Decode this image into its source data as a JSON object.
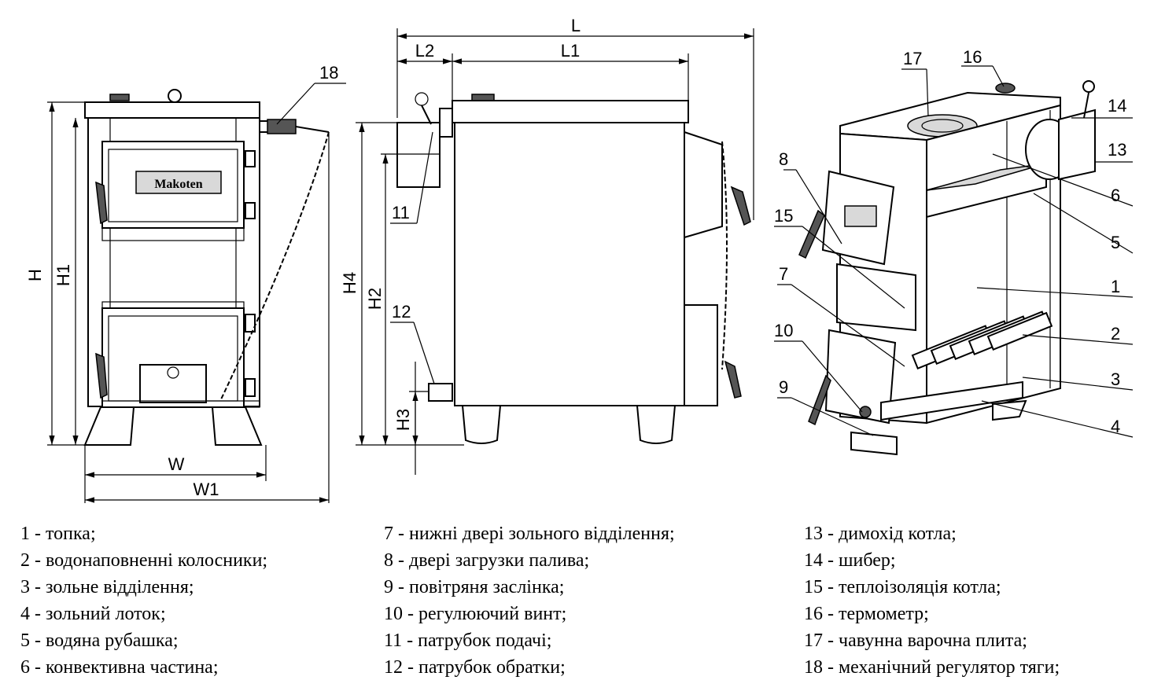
{
  "dimensions": {
    "L": "L",
    "L1": "L1",
    "L2": "L2",
    "H": "H",
    "H1": "H1",
    "H2": "H2",
    "H3": "H3",
    "H4": "H4",
    "W": "W",
    "W1": "W1"
  },
  "brand": "Makoten",
  "callouts": [
    "1",
    "2",
    "3",
    "4",
    "5",
    "6",
    "7",
    "8",
    "9",
    "10",
    "11",
    "12",
    "13",
    "14",
    "15",
    "16",
    "17",
    "18"
  ],
  "legend": {
    "col1": [
      "1 - топка;",
      "2 - водонаповненні колосники;",
      "3 - зольне відділення;",
      "4 - зольний лоток;",
      "5 - водяна рубашка;",
      "6 - конвективна частина;"
    ],
    "col2": [
      "7 - нижні двері зольного відділення;",
      "8 - двері загрузки палива;",
      "9 - повітряня заслінка;",
      "10 - регулюючий винт;",
      "11 - патрубок подачі;",
      "12 - патрубок обратки;"
    ],
    "col3": [
      "13 - димохід котла;",
      "14 - шибер;",
      "15 - теплоізоляція котла;",
      "16 - термометр;",
      "17 - чавунна варочна плита;",
      "18 - механічний регулятор тяги;"
    ]
  }
}
